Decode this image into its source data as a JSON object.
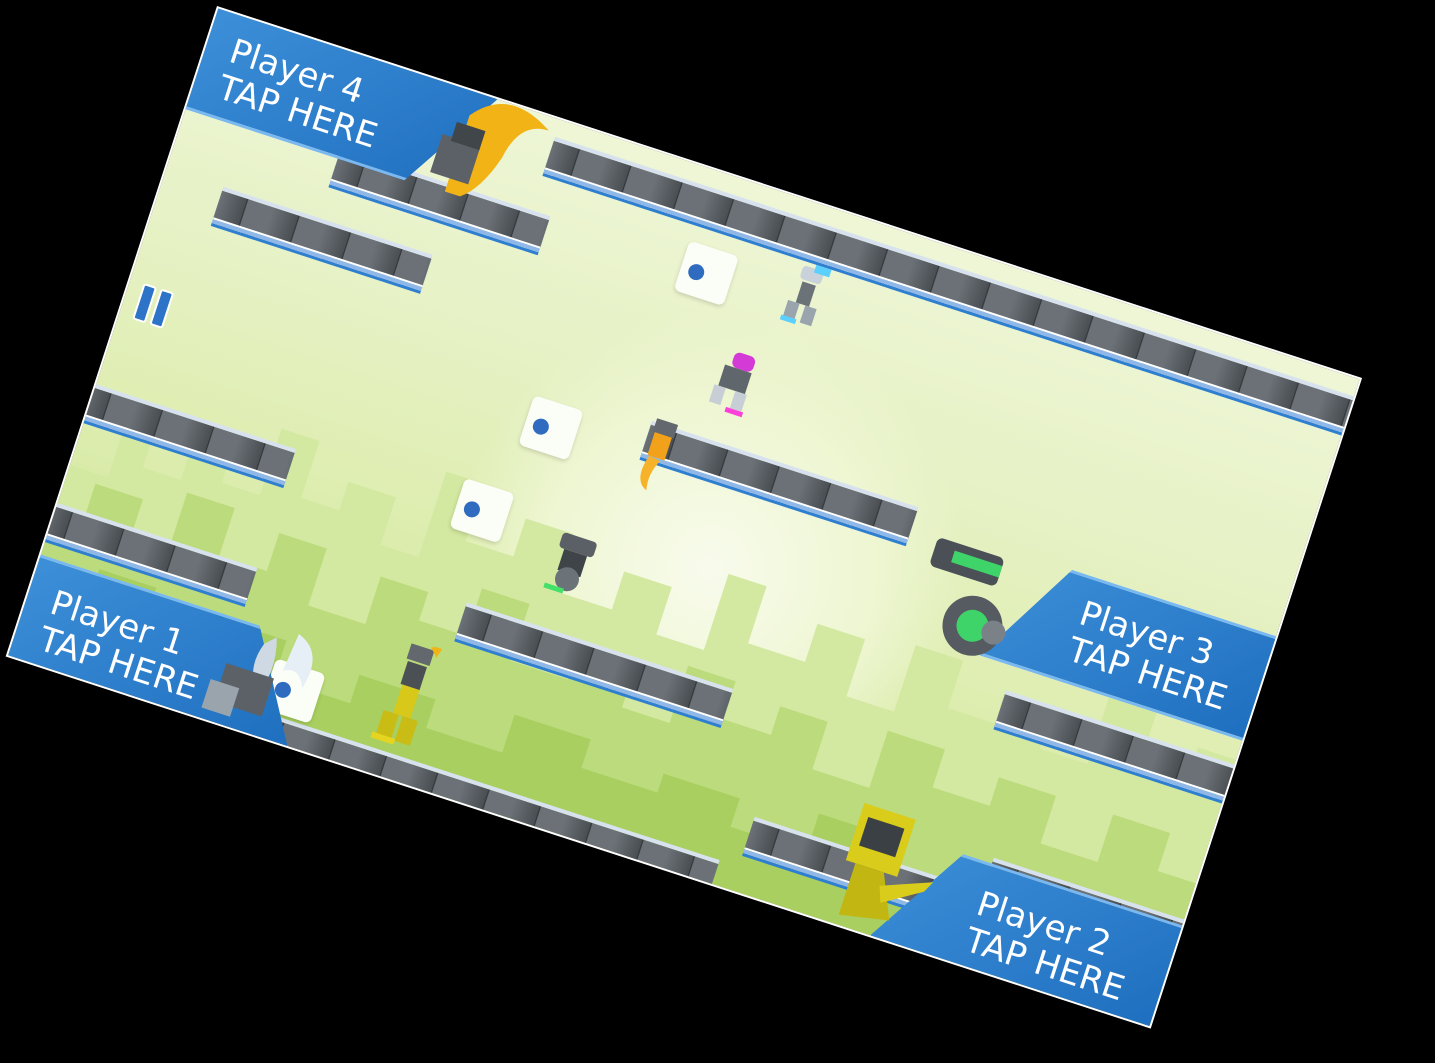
{
  "players": [
    {
      "line1": "Player 4",
      "line2": "TAP HERE",
      "accent": "#f2b316"
    },
    {
      "line1": "Player 3",
      "line2": "TAP HERE",
      "accent": "#3fd46a"
    },
    {
      "line1": "Player 1",
      "line2": "TAP HERE",
      "accent": "#e6eef6"
    },
    {
      "line1": "Player 2",
      "line2": "TAP HERE",
      "accent": "#d9cc1a"
    }
  ],
  "icons": {
    "pause": "pause-icon",
    "marker": "dot-tile-icon"
  },
  "colors": {
    "hud_blue": "#2a7fd0",
    "sky": "#e8f2c8",
    "city": "#b9d97a"
  }
}
